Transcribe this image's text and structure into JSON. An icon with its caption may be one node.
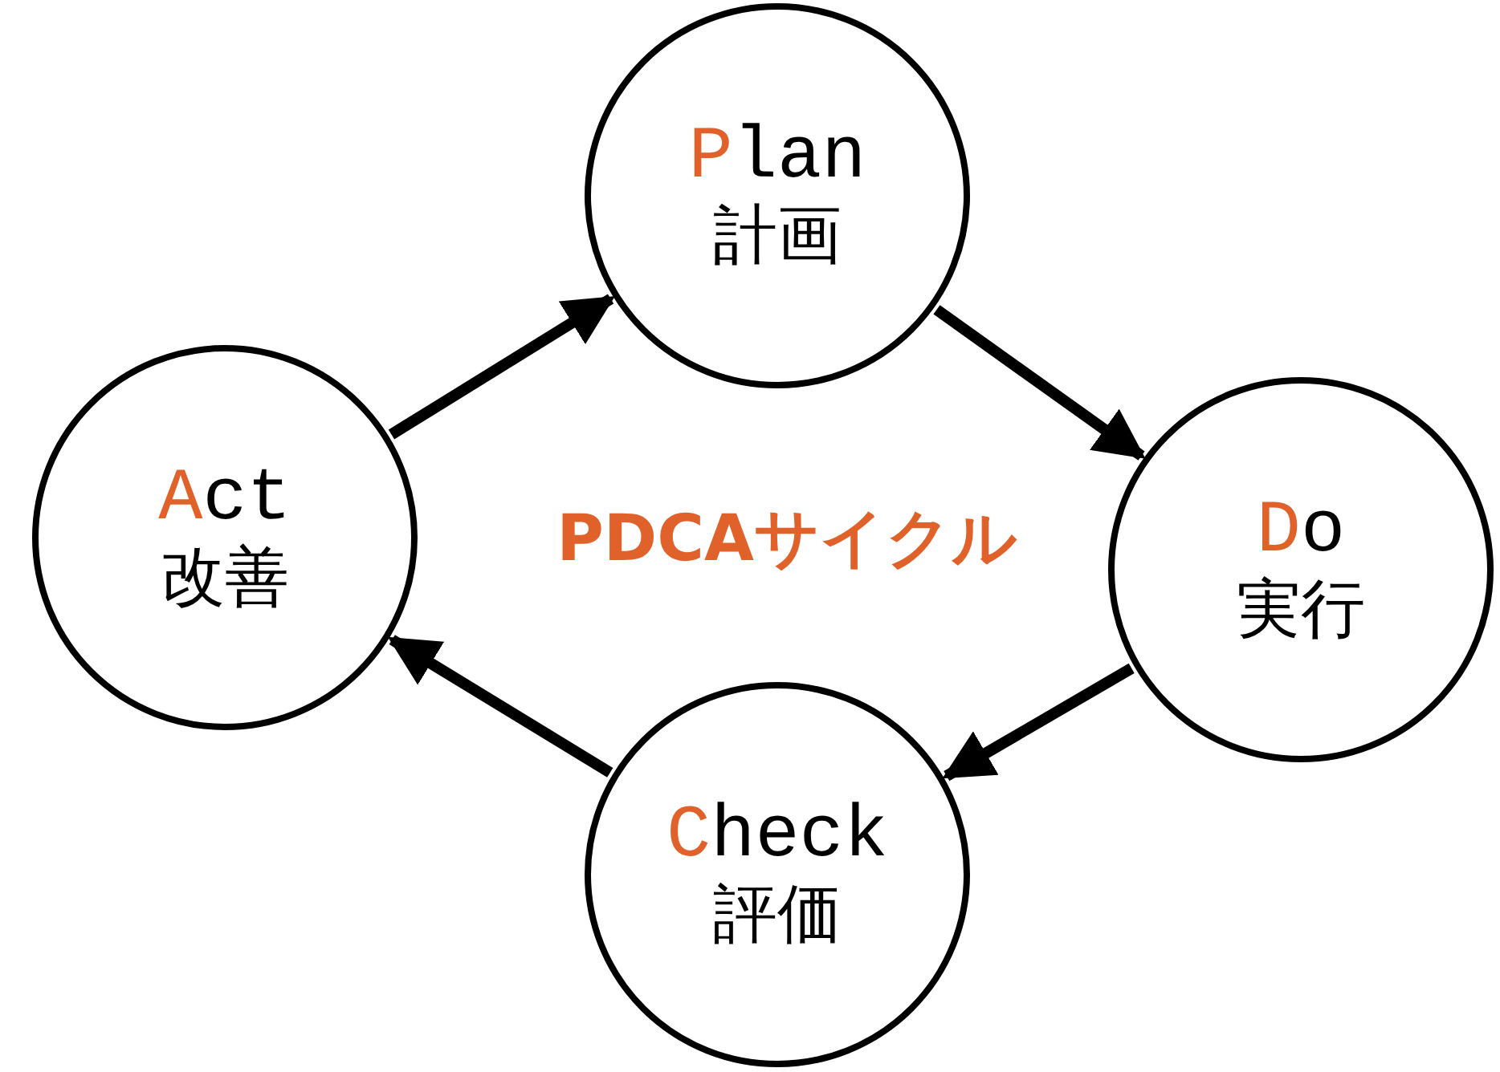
{
  "diagram": {
    "nodes": [
      {
        "text": [
          "Plan",
          "計画"
        ]
      },
      {
        "text": [
          "Do",
          "実行"
        ]
      },
      {
        "text": [
          "Check",
          "評価"
        ]
      },
      {
        "text": [
          "Act",
          "改善"
        ]
      }
    ],
    "edges": [
      {
        "from": 0,
        "to": 1,
        "arrow": "to"
      },
      {
        "from": 1,
        "to": 2,
        "arrow": "to"
      },
      {
        "from": 2,
        "to": 3,
        "arrow": "to"
      },
      {
        "from": 3,
        "to": 0,
        "arrow": "to"
      }
    ],
    "labels": [
      "PDCAサイクル"
    ]
  }
}
